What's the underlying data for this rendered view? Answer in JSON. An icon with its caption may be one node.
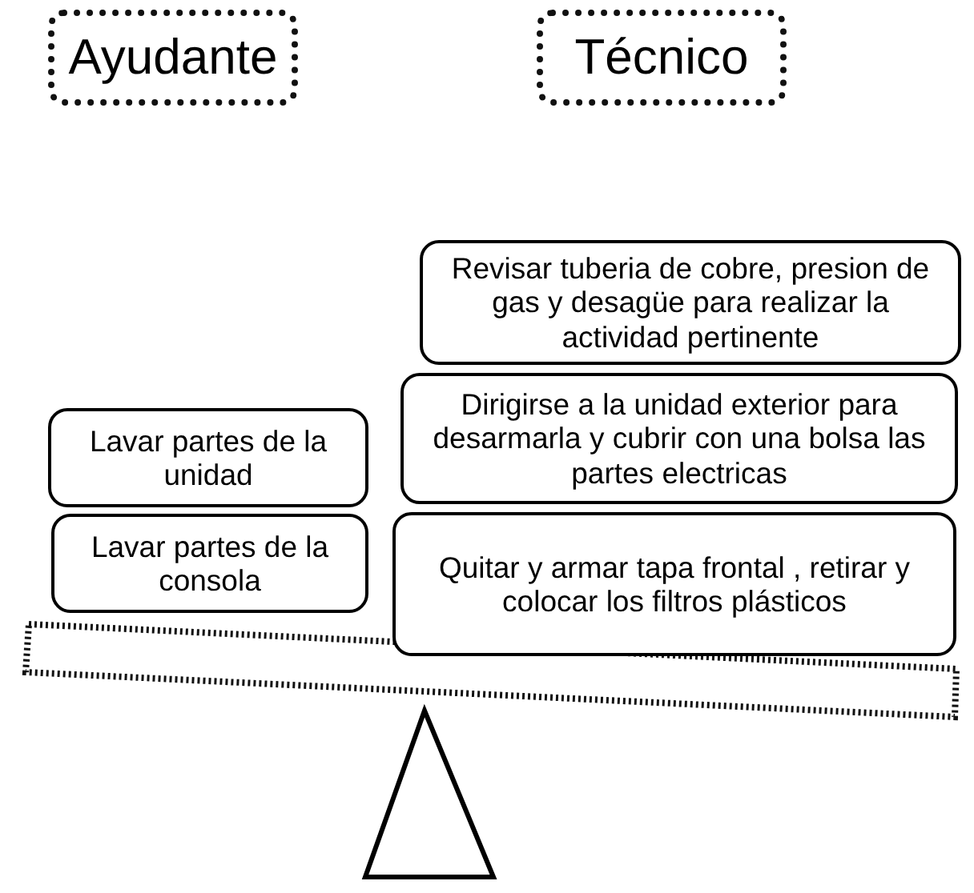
{
  "diagram": {
    "nodes": [
      {
        "text": [
          "Ayudante"
        ]
      },
      {
        "text": [
          "Técnico"
        ]
      },
      {
        "text": [
          "Revisar tuberia de cobre, presion de gas y desagüe para realizar la actividad pertinente"
        ]
      },
      {
        "text": [
          "Lavar partes de la unidad"
        ]
      },
      {
        "text": [
          "Dirigirse a la unidad exterior para desarmarla y cubrir con una bolsa las partes electricas"
        ]
      },
      {
        "text": [
          "Lavar partes de la consola"
        ]
      },
      {
        "text": [
          "Quitar  y armar tapa frontal , retirar y colocar  los filtros plásticos"
        ]
      }
    ],
    "edges": []
  }
}
